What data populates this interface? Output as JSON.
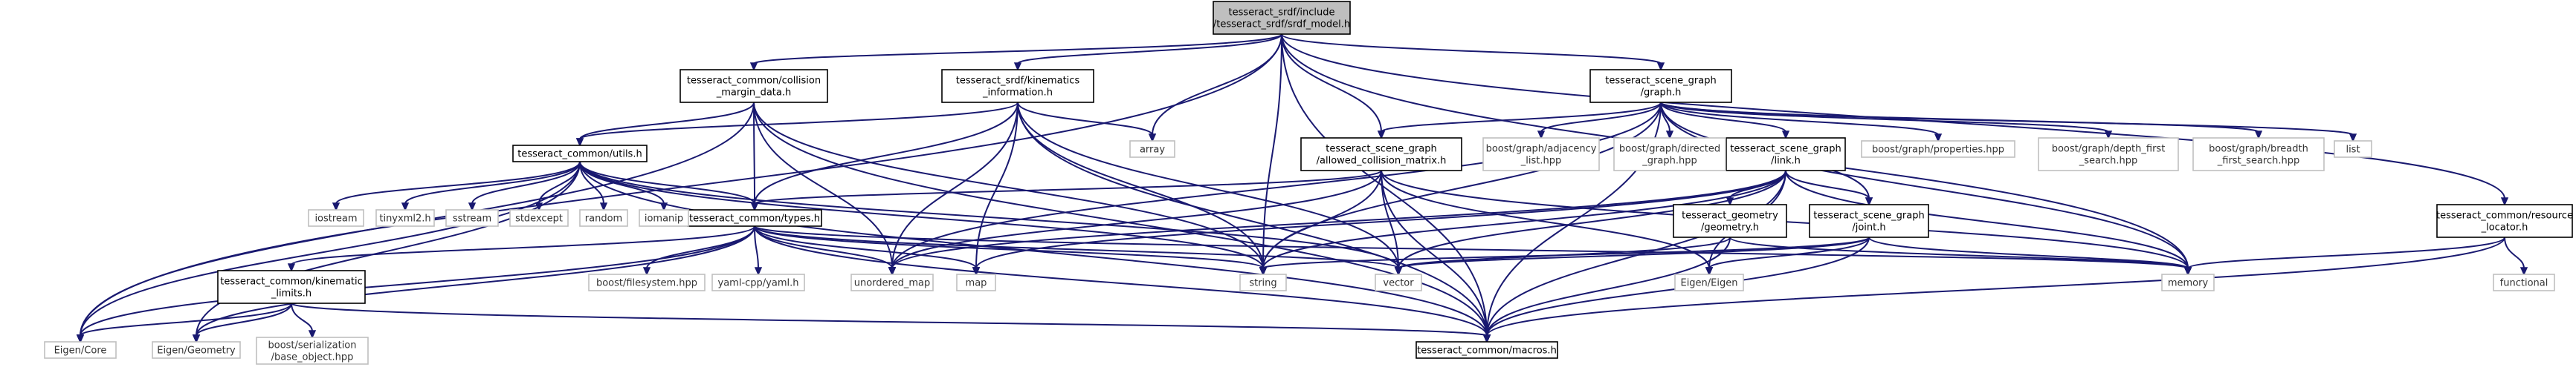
{
  "diagram": {
    "nodes": [
      {
        "id": "srdf_model",
        "lines": [
          "tesseract_srdf/include",
          "/tesseract_srdf/srdf_model.h"
        ],
        "kind": "root"
      },
      {
        "id": "collision_margin",
        "lines": [
          "tesseract_common/collision",
          "_margin_data.h"
        ],
        "kind": "doc"
      },
      {
        "id": "kinematics_info",
        "lines": [
          "tesseract_srdf/kinematics",
          "_information.h"
        ],
        "kind": "doc"
      },
      {
        "id": "graph",
        "lines": [
          "tesseract_scene_graph",
          "/graph.h"
        ],
        "kind": "doc"
      },
      {
        "id": "acm",
        "lines": [
          "tesseract_scene_graph",
          "/allowed_collision_matrix.h"
        ],
        "kind": "doc"
      },
      {
        "id": "utils",
        "lines": [
          "tesseract_common/utils.h"
        ],
        "kind": "doc"
      },
      {
        "id": "link",
        "lines": [
          "tesseract_scene_graph",
          "/link.h"
        ],
        "kind": "doc"
      },
      {
        "id": "types",
        "lines": [
          "tesseract_common/types.h"
        ],
        "kind": "doc"
      },
      {
        "id": "geometry",
        "lines": [
          "tesseract_geometry",
          "/geometry.h"
        ],
        "kind": "doc"
      },
      {
        "id": "joint",
        "lines": [
          "tesseract_scene_graph",
          "/joint.h"
        ],
        "kind": "doc"
      },
      {
        "id": "kin_limits",
        "lines": [
          "tesseract_common/kinematic",
          "_limits.h"
        ],
        "kind": "doc"
      },
      {
        "id": "res_locator",
        "lines": [
          "tesseract_common/resource",
          "_locator.h"
        ],
        "kind": "doc"
      },
      {
        "id": "macros",
        "lines": [
          "tesseract_common/macros.h"
        ],
        "kind": "doc"
      },
      {
        "id": "array",
        "lines": [
          "array"
        ],
        "kind": "ext"
      },
      {
        "id": "iostream",
        "lines": [
          "iostream"
        ],
        "kind": "ext"
      },
      {
        "id": "tinyxml2",
        "lines": [
          "tinyxml2.h"
        ],
        "kind": "ext"
      },
      {
        "id": "sstream",
        "lines": [
          "sstream"
        ],
        "kind": "ext"
      },
      {
        "id": "stdexcept",
        "lines": [
          "stdexcept"
        ],
        "kind": "ext"
      },
      {
        "id": "random",
        "lines": [
          "random"
        ],
        "kind": "ext"
      },
      {
        "id": "iomanip",
        "lines": [
          "iomanip"
        ],
        "kind": "ext"
      },
      {
        "id": "adjacency",
        "lines": [
          "boost/graph/adjacency",
          "_list.hpp"
        ],
        "kind": "ext"
      },
      {
        "id": "directed",
        "lines": [
          "boost/graph/directed",
          "_graph.hpp"
        ],
        "kind": "ext"
      },
      {
        "id": "properties",
        "lines": [
          "boost/graph/properties.hpp"
        ],
        "kind": "ext"
      },
      {
        "id": "depth_first",
        "lines": [
          "boost/graph/depth_first",
          "_search.hpp"
        ],
        "kind": "ext"
      },
      {
        "id": "breadth_first",
        "lines": [
          "boost/graph/breadth",
          "_first_search.hpp"
        ],
        "kind": "ext"
      },
      {
        "id": "list",
        "lines": [
          "list"
        ],
        "kind": "ext"
      },
      {
        "id": "filesystem",
        "lines": [
          "boost/filesystem.hpp"
        ],
        "kind": "ext"
      },
      {
        "id": "yaml",
        "lines": [
          "yaml-cpp/yaml.h"
        ],
        "kind": "ext"
      },
      {
        "id": "unordered_map",
        "lines": [
          "unordered_map"
        ],
        "kind": "ext"
      },
      {
        "id": "map",
        "lines": [
          "map"
        ],
        "kind": "ext"
      },
      {
        "id": "string",
        "lines": [
          "string"
        ],
        "kind": "ext"
      },
      {
        "id": "vector",
        "lines": [
          "vector"
        ],
        "kind": "ext"
      },
      {
        "id": "memory",
        "lines": [
          "memory"
        ],
        "kind": "ext"
      },
      {
        "id": "eigen_eigen",
        "lines": [
          "Eigen/Eigen"
        ],
        "kind": "ext"
      },
      {
        "id": "functional",
        "lines": [
          "functional"
        ],
        "kind": "ext"
      },
      {
        "id": "eigen_core",
        "lines": [
          "Eigen/Core"
        ],
        "kind": "ext"
      },
      {
        "id": "eigen_geometry",
        "lines": [
          "Eigen/Geometry"
        ],
        "kind": "ext"
      },
      {
        "id": "boost_serialization",
        "lines": [
          "boost/serialization",
          "/base_object.hpp"
        ],
        "kind": "ext"
      }
    ],
    "edges": [
      [
        "srdf_model",
        "collision_margin"
      ],
      [
        "srdf_model",
        "kinematics_info"
      ],
      [
        "srdf_model",
        "graph"
      ],
      [
        "srdf_model",
        "acm"
      ],
      [
        "srdf_model",
        "array"
      ],
      [
        "srdf_model",
        "string"
      ],
      [
        "srdf_model",
        "memory"
      ],
      [
        "srdf_model",
        "res_locator"
      ],
      [
        "srdf_model",
        "eigen_core"
      ],
      [
        "srdf_model",
        "macros"
      ],
      [
        "collision_margin",
        "utils"
      ],
      [
        "collision_margin",
        "types"
      ],
      [
        "collision_margin",
        "unordered_map"
      ],
      [
        "collision_margin",
        "string"
      ],
      [
        "collision_margin",
        "eigen_core"
      ],
      [
        "collision_margin",
        "macros"
      ],
      [
        "kinematics_info",
        "utils"
      ],
      [
        "kinematics_info",
        "types"
      ],
      [
        "kinematics_info",
        "array"
      ],
      [
        "kinematics_info",
        "unordered_map"
      ],
      [
        "kinematics_info",
        "map"
      ],
      [
        "kinematics_info",
        "string"
      ],
      [
        "kinematics_info",
        "vector"
      ],
      [
        "kinematics_info",
        "macros"
      ],
      [
        "graph",
        "acm"
      ],
      [
        "graph",
        "link"
      ],
      [
        "graph",
        "joint"
      ],
      [
        "graph",
        "adjacency"
      ],
      [
        "graph",
        "directed"
      ],
      [
        "graph",
        "properties"
      ],
      [
        "graph",
        "depth_first"
      ],
      [
        "graph",
        "breadth_first"
      ],
      [
        "graph",
        "list"
      ],
      [
        "graph",
        "string"
      ],
      [
        "graph",
        "memory"
      ],
      [
        "graph",
        "unordered_map"
      ],
      [
        "graph",
        "macros"
      ],
      [
        "acm",
        "types"
      ],
      [
        "acm",
        "unordered_map"
      ],
      [
        "acm",
        "string"
      ],
      [
        "acm",
        "vector"
      ],
      [
        "acm",
        "eigen_eigen"
      ],
      [
        "acm",
        "memory"
      ],
      [
        "acm",
        "macros"
      ],
      [
        "utils",
        "types"
      ],
      [
        "utils",
        "iostream"
      ],
      [
        "utils",
        "tinyxml2"
      ],
      [
        "utils",
        "sstream"
      ],
      [
        "utils",
        "stdexcept"
      ],
      [
        "utils",
        "random"
      ],
      [
        "utils",
        "iomanip"
      ],
      [
        "utils",
        "string"
      ],
      [
        "utils",
        "vector"
      ],
      [
        "utils",
        "eigen_core"
      ],
      [
        "utils",
        "eigen_geometry"
      ],
      [
        "utils",
        "macros"
      ],
      [
        "link",
        "geometry"
      ],
      [
        "link",
        "joint"
      ],
      [
        "link",
        "memory"
      ],
      [
        "link",
        "vector"
      ],
      [
        "link",
        "string"
      ],
      [
        "link",
        "map"
      ],
      [
        "link",
        "eigen_eigen"
      ],
      [
        "link",
        "unordered_map"
      ],
      [
        "link",
        "macros"
      ],
      [
        "types",
        "kin_limits"
      ],
      [
        "types",
        "filesystem"
      ],
      [
        "types",
        "yaml"
      ],
      [
        "types",
        "unordered_map"
      ],
      [
        "types",
        "map"
      ],
      [
        "types",
        "vector"
      ],
      [
        "types",
        "memory"
      ],
      [
        "types",
        "string"
      ],
      [
        "types",
        "eigen_core"
      ],
      [
        "types",
        "eigen_geometry"
      ],
      [
        "types",
        "macros"
      ],
      [
        "geometry",
        "vector"
      ],
      [
        "geometry",
        "memory"
      ],
      [
        "geometry",
        "macros"
      ],
      [
        "joint",
        "memory"
      ],
      [
        "joint",
        "string"
      ],
      [
        "joint",
        "vector"
      ],
      [
        "joint",
        "eigen_eigen"
      ],
      [
        "joint",
        "macros"
      ],
      [
        "kin_limits",
        "eigen_core"
      ],
      [
        "kin_limits",
        "eigen_geometry"
      ],
      [
        "kin_limits",
        "boost_serialization"
      ],
      [
        "kin_limits",
        "macros"
      ],
      [
        "res_locator",
        "memory"
      ],
      [
        "res_locator",
        "functional"
      ],
      [
        "res_locator",
        "macros"
      ]
    ]
  }
}
